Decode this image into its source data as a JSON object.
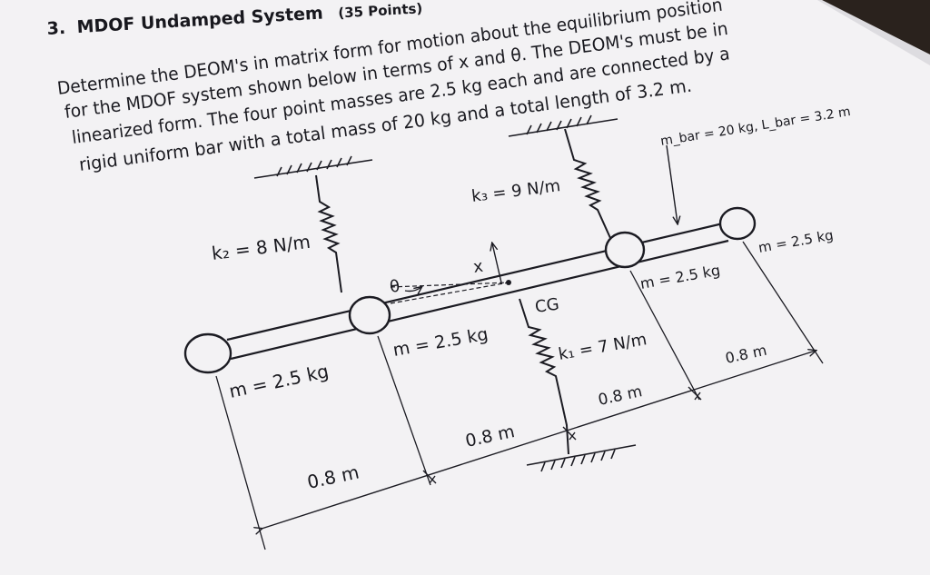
{
  "problem": {
    "number": "3.",
    "title": "MDOF Undamped System",
    "points": "(35 Points)"
  },
  "description": [
    "Determine the DEOM's in matrix form for motion about the equilibrium position",
    "for the MDOF system shown below in terms of x and θ. The DEOM's must be in",
    "linearized form. The four point masses are 2.5 kg each and are connected by a",
    "rigid uniform bar with a total mass of 20 kg and a total length of 3.2 m."
  ],
  "figure": {
    "springs": {
      "k2": "k₂ = 8 N/m",
      "k3": "k₃ = 9 N/m",
      "k1": "k₁ = 7 N/m"
    },
    "bar_props": "m_bar = 20 kg, L_bar = 3.2 m",
    "mass_labels": [
      "m = 2.5 kg",
      "m = 2.5 kg",
      "m = 2.5 kg",
      "m = 2.5 kg"
    ],
    "cg_label": "CG",
    "x_label": "x",
    "theta_label": "θ",
    "dimensions": [
      "0.8 m",
      "0.8 m",
      "0.8 m",
      "0.8 m"
    ]
  }
}
